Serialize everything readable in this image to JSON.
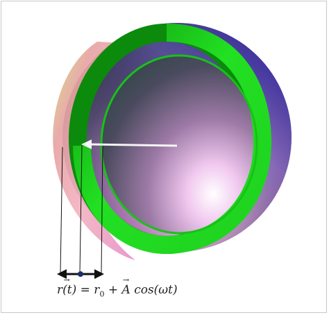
{
  "diagram": {
    "equation": {
      "lhs": "r(t)",
      "equals": "=",
      "term1": "r",
      "term1_sub": "0",
      "plus": "+",
      "term2": "A",
      "func": "cos(ωt)"
    },
    "colors": {
      "ring": "#1de61d",
      "ring_dark": "#0c8a0c",
      "arrow": "#f5f5f5",
      "dot": "#1f2f66",
      "line": "#111111"
    }
  }
}
